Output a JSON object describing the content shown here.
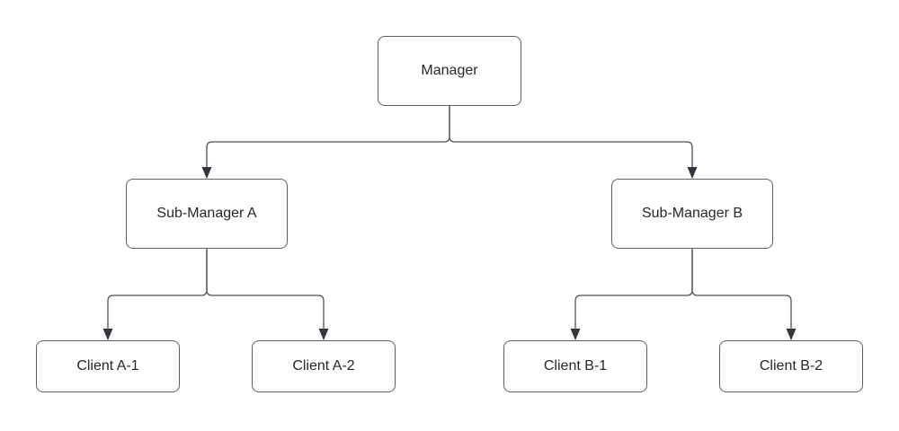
{
  "diagram": {
    "type": "org-chart",
    "nodes": {
      "manager": {
        "label": "Manager"
      },
      "sub_manager_a": {
        "label": "Sub-Manager A"
      },
      "sub_manager_b": {
        "label": "Sub-Manager B"
      },
      "client_a1": {
        "label": "Client A-1"
      },
      "client_a2": {
        "label": "Client A-2"
      },
      "client_b1": {
        "label": "Client B-1"
      },
      "client_b2": {
        "label": "Client B-2"
      }
    },
    "edges": [
      {
        "from": "Manager",
        "to": "Sub-Manager A"
      },
      {
        "from": "Manager",
        "to": "Sub-Manager B"
      },
      {
        "from": "Sub-Manager A",
        "to": "Client A-1"
      },
      {
        "from": "Sub-Manager A",
        "to": "Client A-2"
      },
      {
        "from": "Sub-Manager B",
        "to": "Client B-1"
      },
      {
        "from": "Sub-Manager B",
        "to": "Client B-2"
      }
    ],
    "colors": {
      "background": "#ffffff",
      "node_fill": "#ffffff",
      "node_border": "#59606b",
      "connector": "#4a5260",
      "arrowhead": "#2f3542",
      "text": "#23272f"
    }
  }
}
